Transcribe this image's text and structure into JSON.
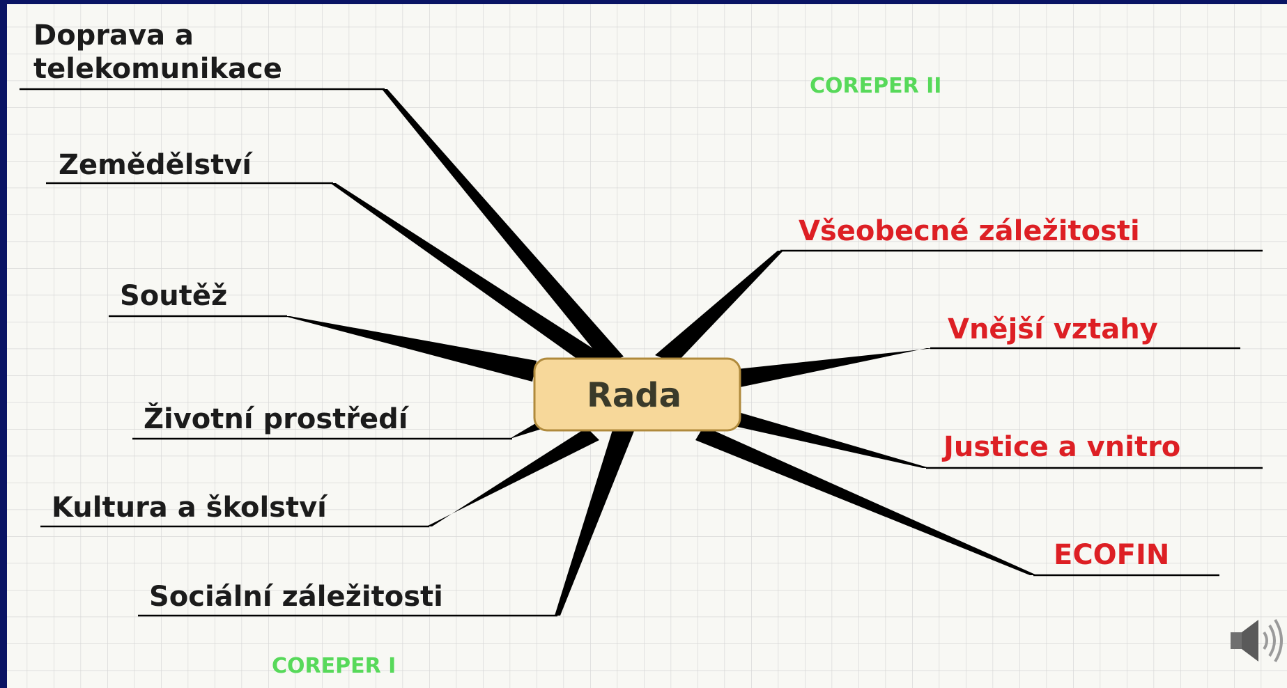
{
  "center": {
    "label": "Rada"
  },
  "left_branches": [
    {
      "lines": [
        "Doprava a",
        "telekomunikace"
      ]
    },
    {
      "lines": [
        "Zemědělství"
      ]
    },
    {
      "lines": [
        "Soutěž"
      ]
    },
    {
      "lines": [
        "Životní prostředí"
      ]
    },
    {
      "lines": [
        "Kultura a školství"
      ]
    },
    {
      "lines": [
        "Sociální záležitosti"
      ]
    }
  ],
  "right_branches": [
    {
      "lines": [
        "Všeobecné záležitosti"
      ]
    },
    {
      "lines": [
        "Vnější vztahy"
      ]
    },
    {
      "lines": [
        "Justice a vnitro"
      ]
    },
    {
      "lines": [
        "ECOFIN"
      ]
    }
  ],
  "groups": {
    "coreper_1": "COREPER I",
    "coreper_2": "COREPER II"
  },
  "colors": {
    "background_frame": "#0a1464",
    "grid_paper": "#f8f8f4",
    "grid_line": "#d7d7d7",
    "left_text": "#1b1b1b",
    "right_text": "#dd1f24",
    "coreper_text": "#57d95a",
    "node_fill": "#f7d89a",
    "node_stroke": "#b08a3c"
  },
  "icons": {
    "audio": "speaker-icon"
  }
}
